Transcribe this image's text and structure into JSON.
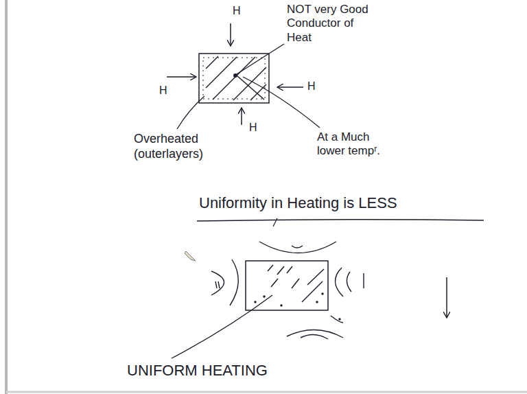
{
  "diagram": {
    "labels": [
      "H",
      "H",
      "H",
      "H",
      "NOT very Good Conductor of Heat",
      "Overheated (outerlayers)",
      "At a Much lower tempʳ.",
      "Uniformity in Heating is LESS",
      "UNIFORM HEATING"
    ]
  }
}
